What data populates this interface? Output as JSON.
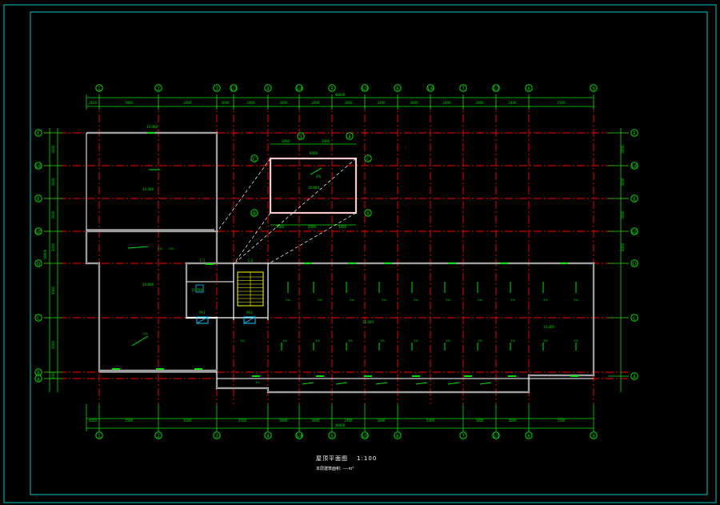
{
  "drawing": {
    "colors": {
      "background": "#000000",
      "frame": "#00c8c8",
      "dimension": "#00e000",
      "grid": "#ff0000",
      "wall": "#ffffff",
      "stair": "#ffff00",
      "door": "#00c8ff"
    },
    "axes": {
      "top_labels": [
        "1",
        "2",
        "3",
        "1/3",
        "4",
        "1/4",
        "5",
        "1/5",
        "6",
        "1/6",
        "7",
        "1/7",
        "8",
        "9"
      ],
      "bottom_labels": [
        "1",
        "2",
        "3",
        "4",
        "1/4",
        "5",
        "1/5",
        "6",
        "7",
        "1/7",
        "8",
        "9"
      ],
      "left_labels": [
        "F",
        "1/E",
        "E",
        "1/D",
        "D",
        "C",
        "B",
        "A"
      ],
      "right_labels": [
        "F",
        "1/E",
        "E",
        "1/D",
        "D",
        "C",
        "A"
      ],
      "upper_inner_top_labels": [
        "3",
        "4"
      ],
      "upper_inner_side_labels": [
        "C",
        "B"
      ]
    },
    "dimensions": {
      "top_row": [
        "2100",
        "7800",
        "2400",
        "3000",
        "2400",
        "3000",
        "2400",
        "3000",
        "2400",
        "3000",
        "2400",
        "3000",
        "2400",
        "7200"
      ],
      "top_total": "48000",
      "bottom_row": [
        "4200",
        "1500",
        "6300",
        "1500",
        "6000",
        "3000",
        "2400",
        "3000",
        "2400",
        "3000",
        "3000",
        "7200"
      ],
      "bottom_total": "48000",
      "upper_block_top": [
        "3000",
        "3000"
      ],
      "upper_block_total": "6000",
      "upper_block_bottom": [
        "3000",
        "3000",
        "3000"
      ],
      "left_side": [
        "3000",
        "3000",
        "3000",
        "3000",
        "3000",
        "3000",
        "600"
      ],
      "left_total": "18600",
      "right_side": [
        "3000",
        "3000",
        "3000",
        "3000"
      ]
    },
    "room_labels": {
      "elev_roof_a": "15.900",
      "elev_roof_b": "12.300",
      "elev_roof_c": "10.800",
      "elev_main": "15.300",
      "elev_east": "15.300",
      "elev_stair": "11.700",
      "elev_upper": "16.800",
      "slope_mark": "2%",
      "door_1": "M-1",
      "door_2": "M-2",
      "room_top_1": "C-1",
      "room_top_2": "C-2"
    }
  },
  "title": {
    "main": "屋顶平面图",
    "scale": "1:100",
    "note": "本层建筑面积: ----m²"
  }
}
